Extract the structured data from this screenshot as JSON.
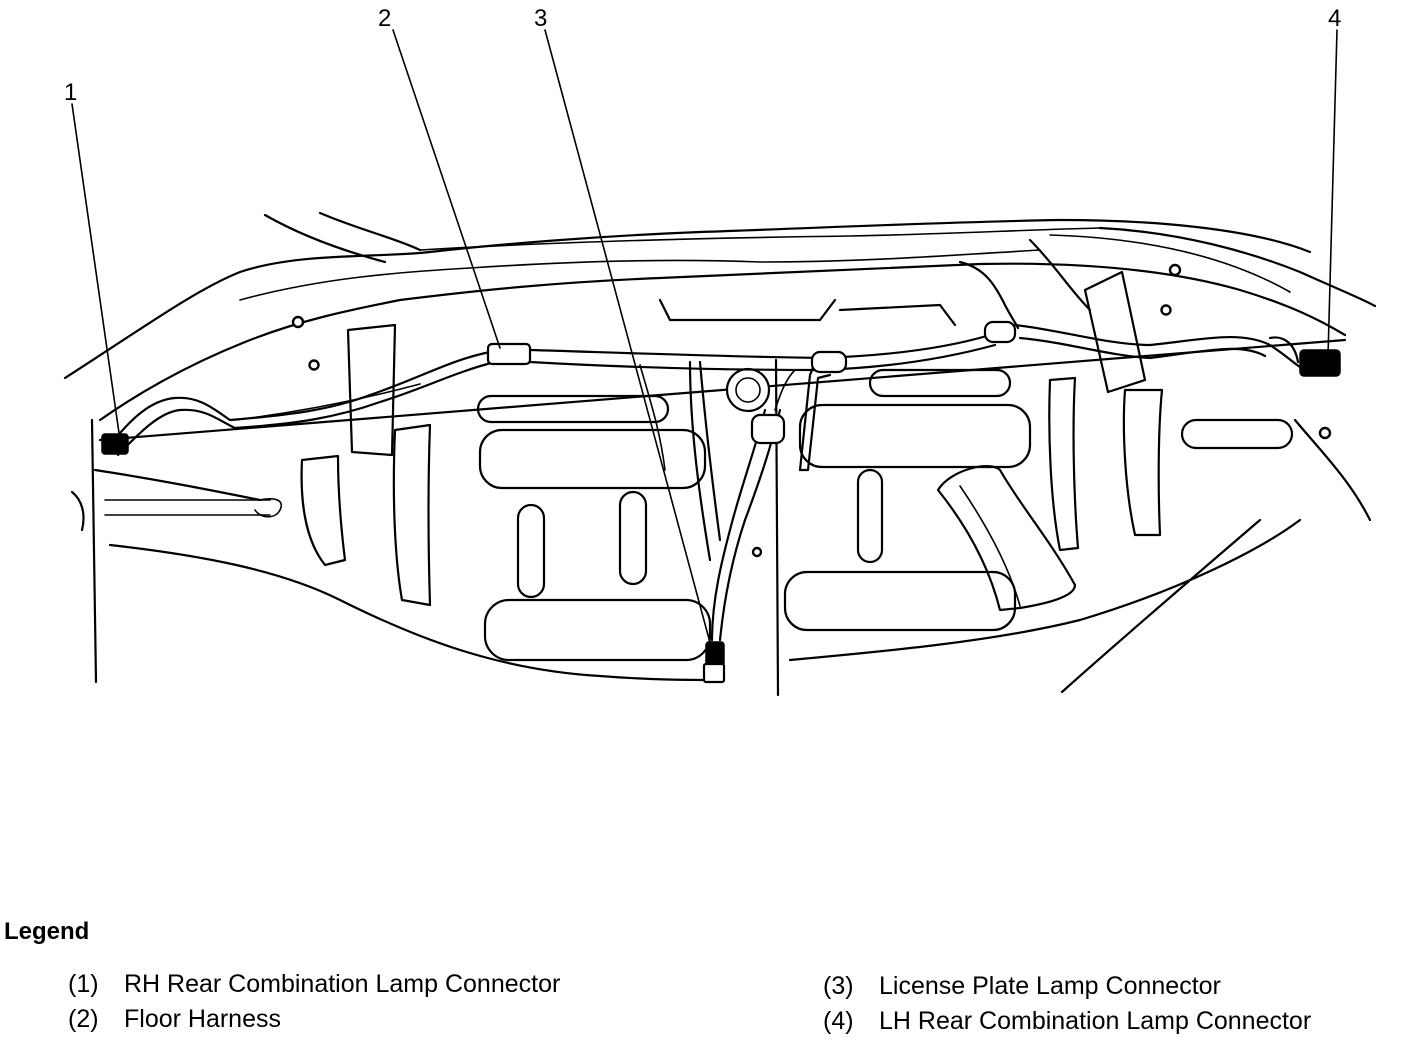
{
  "callouts": {
    "c1": "1",
    "c2": "2",
    "c3": "3",
    "c4": "4"
  },
  "legend": {
    "title": "Legend",
    "items": [
      {
        "num": "(1)",
        "label": "RH Rear Combination Lamp Connector"
      },
      {
        "num": "(2)",
        "label": "Floor Harness"
      },
      {
        "num": "(3)",
        "label": "License Plate Lamp Connector"
      },
      {
        "num": "(4)",
        "label": "LH Rear Combination Lamp Connector"
      }
    ]
  }
}
